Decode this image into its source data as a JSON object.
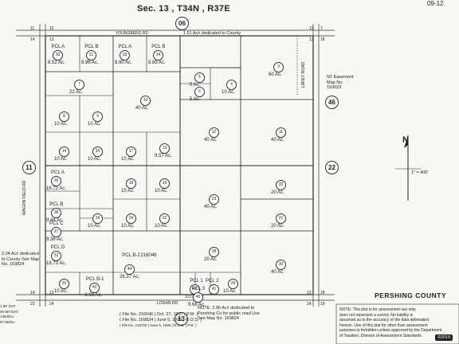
{
  "header": {
    "section_title": "Sec. 13 , T34N , R37E",
    "page_code": "09-12",
    "top_road_circle": "06",
    "bottom_road_circle": "13",
    "left_circle": "11",
    "right_circle_upper": "46",
    "right_circle_lower": "22"
  },
  "corners": {
    "tl_a": "11",
    "tl_b": "12",
    "tl_c": "14",
    "tl_d": "13",
    "tr_a": "12",
    "tr_b": "7",
    "tr_c": "13",
    "tr_d": "18",
    "bl_a": "14",
    "bl_b": "13",
    "bl_c": "23",
    "bl_d": "24",
    "br_a": "13",
    "br_b": "18",
    "br_c": "24",
    "br_d": "19"
  },
  "roads": {
    "top": "YOUNGBERG RD",
    "bottom": "LOGAN RD",
    "left_vertical": "WAGON FIELD RD",
    "right_vertical": "LAREY ROAD"
  },
  "notes": {
    "top_dedication": "1.51 Ac± dedicated to County",
    "easement": "50' Easement Map No. 193023",
    "left_dedication": "2.04 Ac± dedicated to County See Map No. 169824",
    "bottom_dedication": "NOTE: 2.96 Ac± dedicated to Pershing Co for public road Use See Map No. 169824",
    "bottom_left_ref": "1.98' DAT\n09 IBT/DAT\n1394/DA\n97.65/DA",
    "file_line_1": "( File No. 216046 | Oct. 27, 1997 | P.M. )",
    "file_line_2": "( File No. 169824 | June 5, 1992 | R.O.S. )",
    "file_line_3": "( File No. 218700 | June 9, 1998 | R.O.S. | P.M. )"
  },
  "parcels": [
    {
      "id": "30",
      "label": "PCL A",
      "acres": "8.52 Ac."
    },
    {
      "id": "31",
      "label": "PCL B",
      "acres": "8.96 Ac."
    },
    {
      "id": "33",
      "label": "PCL A",
      "acres": "8.90 Ac."
    },
    {
      "id": "34",
      "label": "PCL B",
      "acres": "8.85 Ac."
    },
    {
      "id": "3",
      "acres": "60 Ac."
    },
    {
      "id": "7",
      "acres": "22 Ac."
    },
    {
      "id": "5",
      "acres": "5 Ac."
    },
    {
      "id": "6",
      "acres": "5 Ac."
    },
    {
      "id": "4",
      "acres": "10 Ac."
    },
    {
      "id": "10",
      "acres": "40 Ac."
    },
    {
      "id": "8",
      "acres": "10 Ac."
    },
    {
      "id": "9",
      "acres": "10 Ac."
    },
    {
      "id": "12",
      "acres": "40 Ac."
    },
    {
      "id": "11",
      "acres": "40 Ac."
    },
    {
      "id": "14",
      "acres": "10 Ac."
    },
    {
      "id": "15",
      "acres": "10 Ac."
    },
    {
      "id": "17",
      "acres": "10 Ac."
    },
    {
      "id": "13",
      "acres": "9.57 Ac."
    },
    {
      "id": "36",
      "label": "PCL A",
      "acres": "16.72 Ac."
    },
    {
      "id": "38",
      "label": "PCL B",
      "acres": "9.44 Ac."
    },
    {
      "id": "37",
      "label": "PCL C",
      "acres": "9.36 Ac."
    },
    {
      "id": "32",
      "label": "PCL D",
      "acres": "18.73 Ac."
    },
    {
      "id": "18",
      "acres": "10 Ac."
    },
    {
      "id": "19",
      "acres": "10 Ac."
    },
    {
      "id": "23",
      "acres": "40 Ac."
    },
    {
      "id": "20",
      "acres": "20 Ac."
    },
    {
      "id": "21",
      "acres": "20 Ac."
    },
    {
      "id": "24",
      "acres": "10 Ac."
    },
    {
      "id": "22",
      "acres": "10 Ac."
    },
    {
      "id": "39",
      "acres": "10 Ac."
    },
    {
      "id": "28",
      "acres": "20 Ac."
    },
    {
      "id": "30b",
      "display": "30",
      "acres": "40 Ac."
    },
    {
      "id": "44",
      "label": "PCL B-2",
      "acres": "26.37 Ac.",
      "note": "216046"
    },
    {
      "id": "25",
      "acres": "10 Ac."
    },
    {
      "id": "43",
      "label": "PCL B-1",
      "acres": "8.99 Ac."
    },
    {
      "id": "42",
      "label": "PCL 1",
      "acres": "10.00 Ac."
    },
    {
      "id": "40",
      "label": "PCL 3",
      "acres": "9.68 Ac."
    },
    {
      "id": "41",
      "label": "PCL 2",
      "acres": ""
    },
    {
      "id": "29",
      "acres": "10 Ac."
    }
  ],
  "north_arrow": {
    "label": "N",
    "scale": "1\" = 400'"
  },
  "county_label": "PERSHING COUNTY",
  "disclaimer": [
    "NOTE: This plat is for assessment use only",
    "does not represent a survey. No liability is",
    "assumed as to the accuracy of the data delineated",
    "hereon. Use of this plat for other than assessment",
    "purposes is forbidden unless approved by the Department",
    "of Taxation, Division of Assessment Standards."
  ],
  "copyright": "©2016"
}
